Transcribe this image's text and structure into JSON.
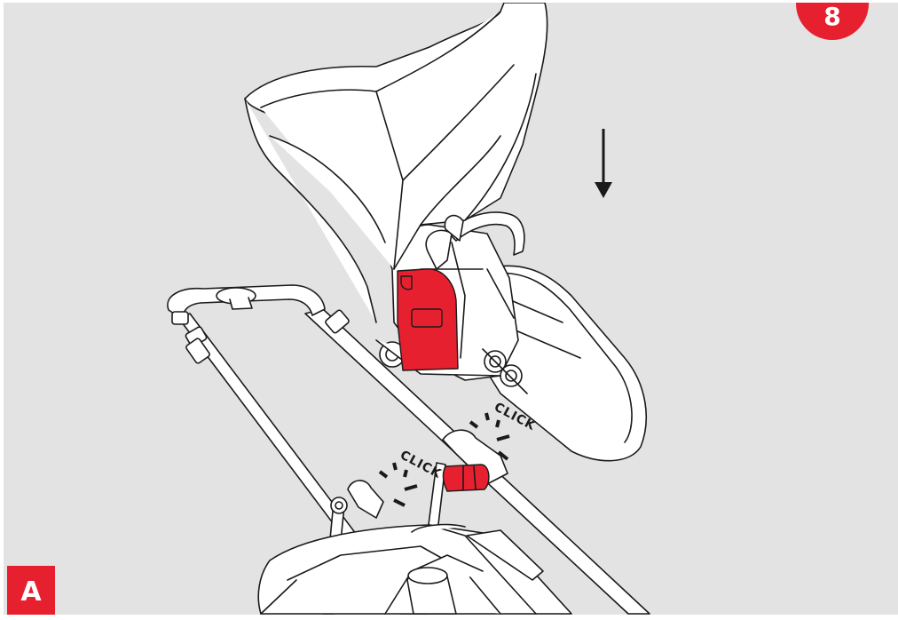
{
  "step": {
    "number": "8"
  },
  "panel": {
    "label": "A"
  },
  "annotations": {
    "click_left": "CLICK",
    "click_right": "CLICK"
  },
  "icons": {
    "direction": "down-arrow-icon"
  },
  "colors": {
    "accent": "#e6202f",
    "background": "#e3e3e3",
    "line": "#1a1a1a",
    "fill": "#ffffff"
  }
}
